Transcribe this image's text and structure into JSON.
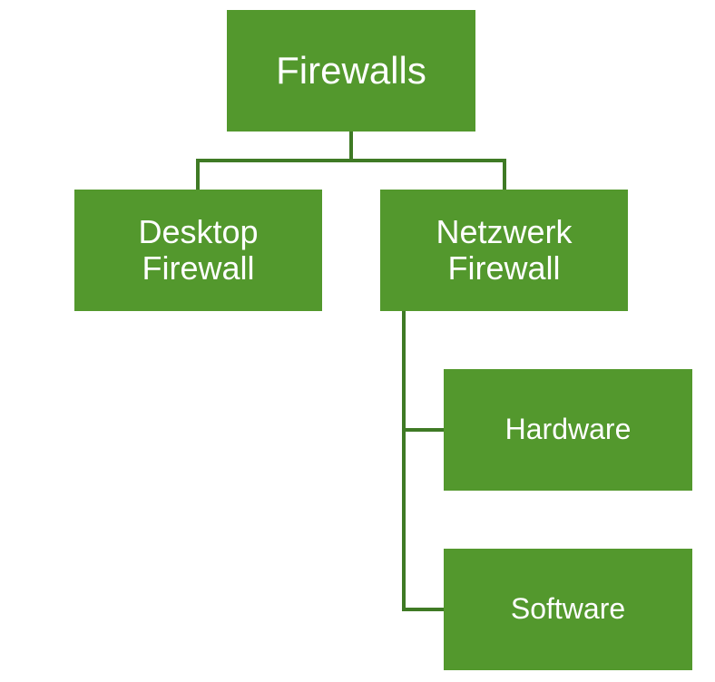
{
  "diagram": {
    "root": {
      "label": "Firewalls"
    },
    "children": [
      {
        "label": "Desktop\nFirewall"
      },
      {
        "label": "Netzwerk\nFirewall",
        "children": [
          {
            "label": "Hardware"
          },
          {
            "label": "Software"
          }
        ]
      }
    ]
  },
  "colors": {
    "box_fill": "#53982d",
    "connector": "#3f7a25",
    "text": "#ffffff"
  }
}
